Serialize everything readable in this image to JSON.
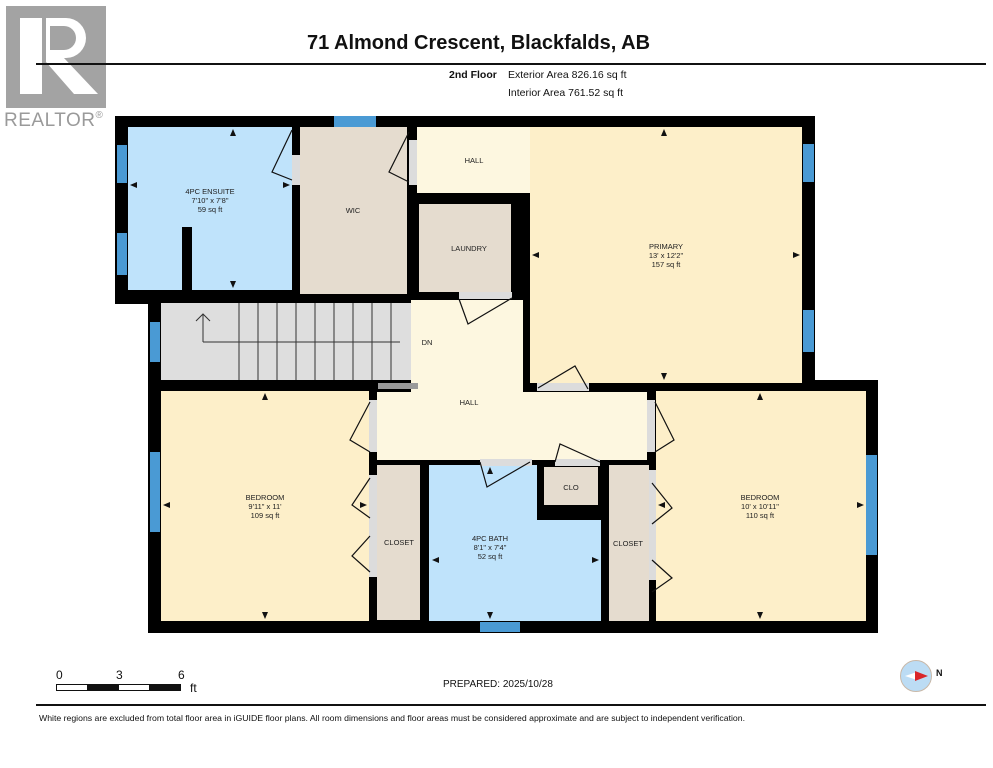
{
  "header": {
    "logo_text": "REALTOR",
    "logo_reg": "®",
    "title": "71 Almond Crescent, Blackfalds, AB",
    "floor_name": "2nd Floor",
    "exterior_area": "Exterior Area 826.16 sq ft",
    "interior_area": "Interior Area 761.52 sq ft"
  },
  "colors": {
    "wall": "#000000",
    "bedroom": "#fdefc9",
    "hall": "#fdf7e0",
    "bath": "#bfe3fb",
    "closet": "#e5dccf",
    "stairs": "#dedede",
    "window": "#4a9ad4",
    "compass_red": "#d9262a"
  },
  "rooms": {
    "ensuite": {
      "name": "4PC ENSUITE",
      "dims": "7'10\" x 7'8\"",
      "area": "59 sq ft"
    },
    "wic": {
      "name": "WIC"
    },
    "hall_top": {
      "name": "HALL"
    },
    "laundry": {
      "name": "LAUNDRY"
    },
    "primary": {
      "name": "PRIMARY",
      "dims": "13' x 12'2\"",
      "area": "157 sq ft"
    },
    "stairs": {
      "name": "DN"
    },
    "hall_main": {
      "name": "HALL"
    },
    "bedroom_left": {
      "name": "BEDROOM",
      "dims": "9'11\" x 11'",
      "area": "109 sq ft"
    },
    "closet_left": {
      "name": "CLOSET"
    },
    "bath": {
      "name": "4PC BATH",
      "dims": "8'1\" x 7'4\"",
      "area": "52 sq ft"
    },
    "clo": {
      "name": "CLO"
    },
    "closet_right": {
      "name": "CLOSET"
    },
    "bedroom_right": {
      "name": "BEDROOM",
      "dims": "10' x 10'11\"",
      "area": "110 sq ft"
    }
  },
  "scale": {
    "ticks": [
      "0",
      "3",
      "6"
    ],
    "unit": "ft"
  },
  "footer": {
    "prepared": "PREPARED: 2025/10/28",
    "compass_label": "N",
    "disclaimer": "White regions are excluded from total floor area in iGUIDE floor plans. All room dimensions and floor areas must be considered approximate and are subject to independent verification."
  }
}
